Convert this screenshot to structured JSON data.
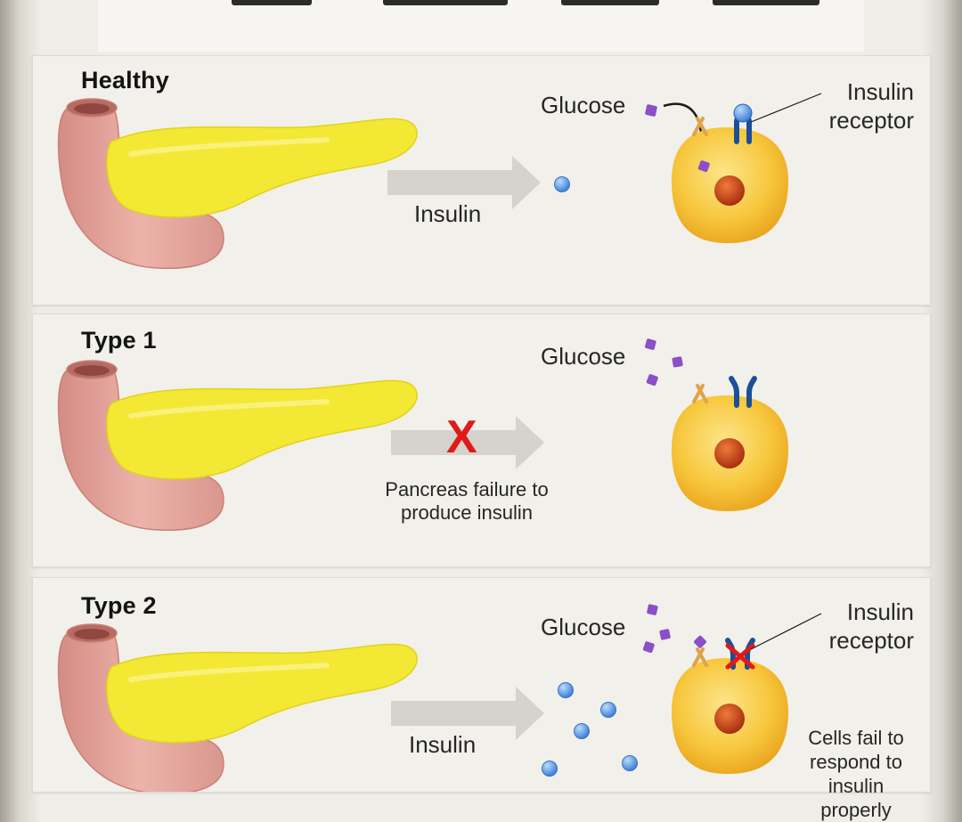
{
  "panels": {
    "healthy": {
      "title": "Healthy",
      "glucose_label": "Glucose",
      "insulin_label": "Insulin",
      "receptor_label": "Insulin\nreceptor"
    },
    "type1": {
      "title": "Type 1",
      "glucose_label": "Glucose",
      "failure_label": "Pancreas failure to\nproduce insulin",
      "failure_mark": "X"
    },
    "type2": {
      "title": "Type 2",
      "glucose_label": "Glucose",
      "insulin_label": "Insulin",
      "receptor_label": "Insulin\nreceptor",
      "cells_note": "Cells fail to\nrespond to\ninsulin properly"
    }
  },
  "colors": {
    "pancreas_body": "#f3e834",
    "pancreas_duct": "#e3a59c",
    "cell": "#f5c23a",
    "nucleus": "#c9431a",
    "glucose": "#8a4fc9",
    "insulin": "#5d9be6",
    "receptor": "#1c4f9a",
    "arrow": "#d6d3cc",
    "failure_x": "#e01a1a"
  },
  "icons": [
    "pancreas-icon",
    "cell-icon",
    "glucose-molecule-icon",
    "insulin-molecule-icon",
    "insulin-receptor-icon",
    "arrow-icon",
    "x-mark-icon"
  ]
}
